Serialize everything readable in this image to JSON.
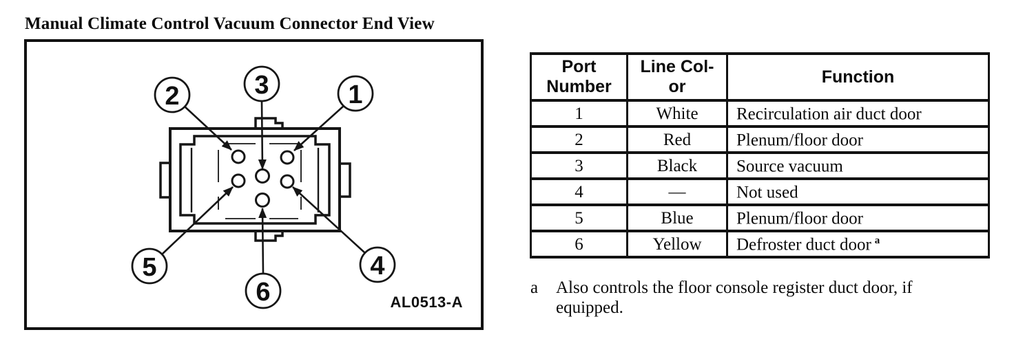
{
  "page": {
    "title": "Manual Climate Control Vacuum Connector End View"
  },
  "diagram": {
    "figure_code": "AL0513-A",
    "callouts": [
      {
        "number": "1"
      },
      {
        "number": "2"
      },
      {
        "number": "3"
      },
      {
        "number": "4"
      },
      {
        "number": "5"
      },
      {
        "number": "6"
      }
    ]
  },
  "table": {
    "headers": [
      "Port\nNumber",
      "Line Col-\nor",
      "Function"
    ],
    "rows": [
      {
        "port": "1",
        "color": "White",
        "function": "Recirculation air duct door",
        "note": ""
      },
      {
        "port": "2",
        "color": "Red",
        "function": "Plenum/floor door",
        "note": ""
      },
      {
        "port": "3",
        "color": "Black",
        "function": "Source vacuum",
        "note": ""
      },
      {
        "port": "4",
        "color": "—",
        "function": "Not used",
        "note": ""
      },
      {
        "port": "5",
        "color": "Blue",
        "function": "Plenum/floor door",
        "note": ""
      },
      {
        "port": "6",
        "color": "Yellow",
        "function": "Defroster duct door",
        "note": "a"
      }
    ],
    "footnote": {
      "marker": "a",
      "text": "Also controls the floor console register duct door, if\nequipped."
    }
  }
}
